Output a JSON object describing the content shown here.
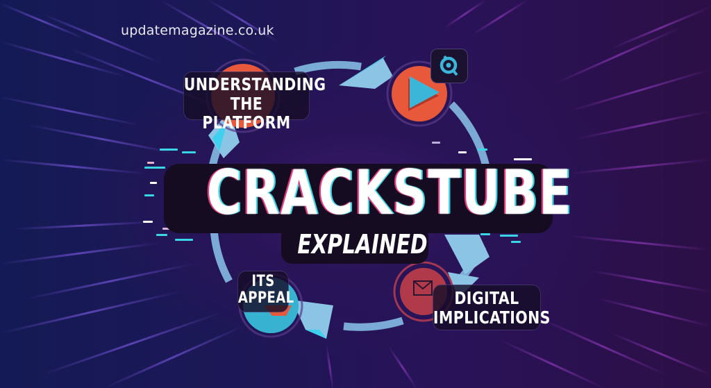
{
  "watermark": "updatemagazine.co.uk",
  "title": {
    "main": "CRACKSTUBE",
    "sub": "EXPLAINED"
  },
  "cycle": {
    "nodes": [
      {
        "label": "UNDERSTANDING THE PLATFORM",
        "line1": "UNDERSTANDING",
        "line2": "THE PLATFORM",
        "icon": "orange-circle-icon",
        "color": "#e8583a"
      },
      {
        "label": "",
        "icon": "play-icon",
        "color": "#e8583a",
        "accent": "#3bb6d8",
        "badge_icon": "search-icon"
      },
      {
        "label": "DIGITAL IMPLICATIONS",
        "line1": "DIGITAL",
        "line2": "IMPLICATIONS",
        "icon": "envelope-icon",
        "color": "#c04050"
      },
      {
        "label": "ITS APPEAL",
        "line1": "ITS",
        "line2": "APPEAL",
        "icon": "heart-shield-icon",
        "color": "#37b3d1",
        "accent": "#e8583a"
      }
    ],
    "ring_color": "#7fb3dc",
    "arrow_color": "#8cc4e6"
  },
  "colors": {
    "bg_left": "#141a55",
    "bg_right": "#2b0f45",
    "streak": "#6a48c8",
    "glitch_cyan": "#39d6e6",
    "glitch_pink": "#e23a7a"
  }
}
